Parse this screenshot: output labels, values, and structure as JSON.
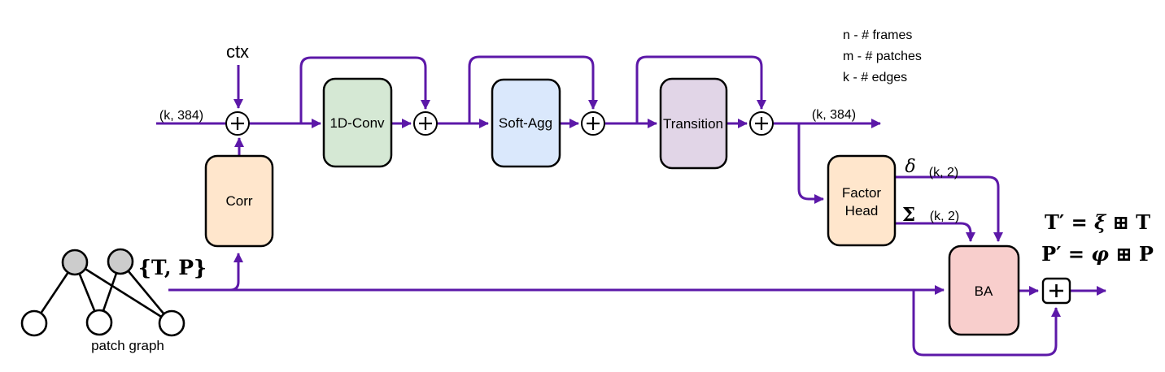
{
  "colors": {
    "background": "#FFFFFF",
    "wire-purple": "#5C18A8",
    "block-border": "#000000",
    "corr-fill": "#FFE6CC",
    "conv-fill": "#D5E8D4",
    "softagg-fill": "#DAE8FC",
    "transition-fill": "#E1D5E7",
    "factor-fill": "#FFE6CC",
    "ba-fill": "#F8CECC",
    "graph-node-gray": "#CCCCCC",
    "graph-node-white": "#FFFFFF"
  },
  "labels": {
    "ctx": "ctx",
    "input_dim": "(k, 384)",
    "output_dim": "(k, 384)",
    "delta": "δ",
    "delta_dim": "(k, 2)",
    "sigma": "Σ",
    "sigma_dim": "(k, 2)",
    "tp_set": "{T, P}",
    "patch_graph_caption": "patch graph"
  },
  "blocks": {
    "corr": "Corr",
    "conv": "1D-Conv",
    "soft_agg": "Soft-Agg",
    "transition": "Transition",
    "factor_head_line1": "Factor",
    "factor_head_line2": "Head",
    "ba": "BA"
  },
  "legend": {
    "frames": "n - # frames",
    "patches": "m - # patches",
    "edges": "k - # edges"
  },
  "equations": {
    "line1": {
      "lhs": "T′ = ",
      "greek": "ξ",
      "op": " ⊞ ",
      "rhs": "T"
    },
    "line2": {
      "lhs": "P′ = ",
      "greek": "φ",
      "op": " ⊞ ",
      "rhs": "P"
    }
  }
}
